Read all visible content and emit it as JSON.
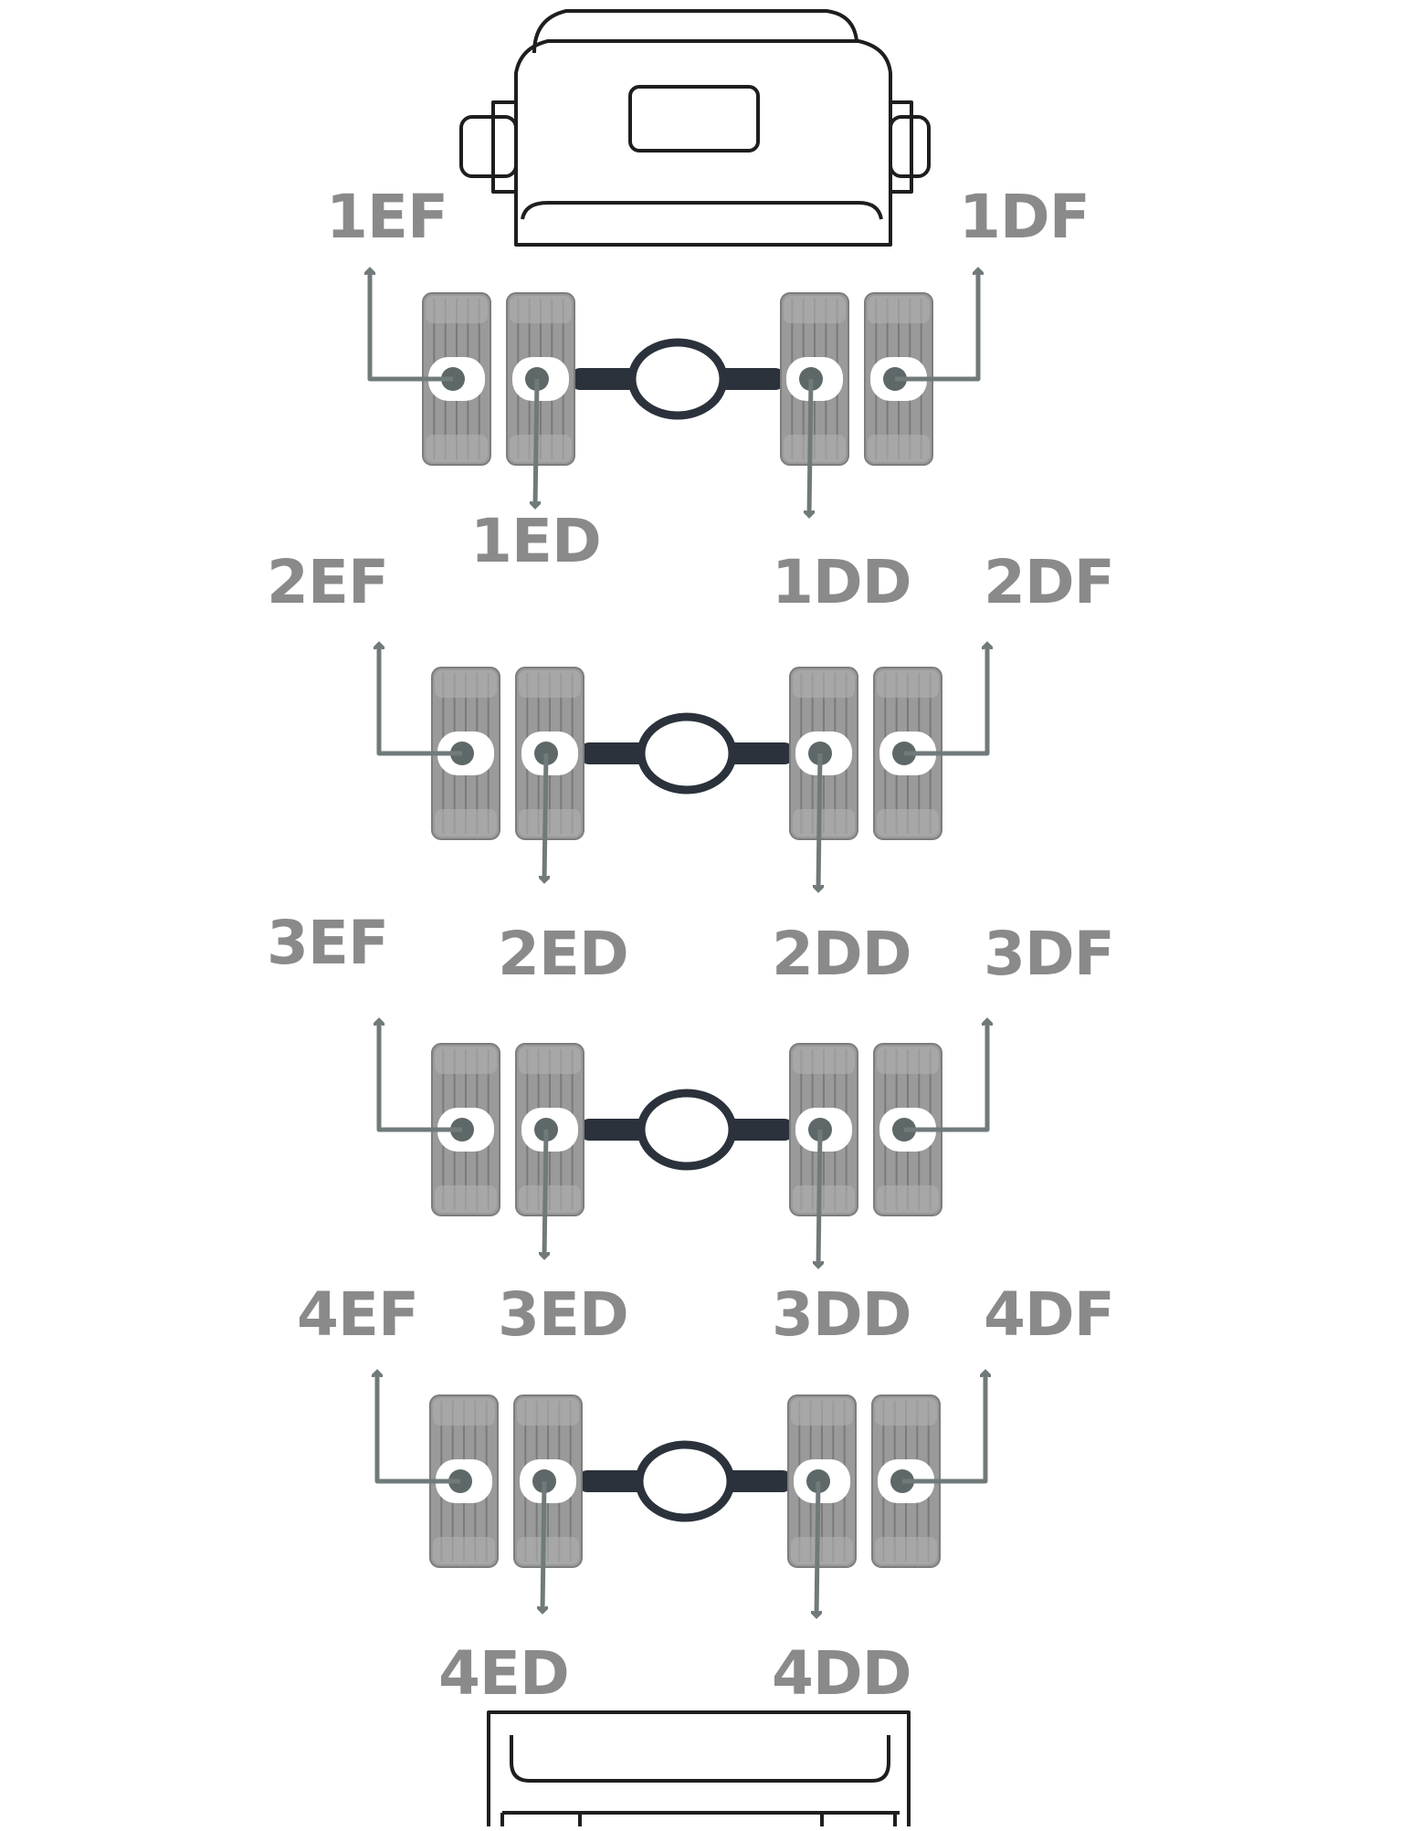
{
  "diagram": {
    "colors": {
      "label": "#8a8a8a",
      "arrow": "#707a7a",
      "tire": "#9a9a9a",
      "axle": "#2b323b",
      "outline": "#1e1e1e"
    },
    "axles": [
      {
        "id": "1",
        "labels": {
          "left_outer": "1EF",
          "left_inner": "1ED",
          "right_inner": "1DD",
          "right_outer": "1DF"
        }
      },
      {
        "id": "2",
        "labels": {
          "left_outer": "2EF",
          "left_inner": "2ED",
          "right_inner": "2DD",
          "right_outer": "2DF"
        }
      },
      {
        "id": "3",
        "labels": {
          "left_outer": "3EF",
          "left_inner": "3ED",
          "right_inner": "3DD",
          "right_outer": "3DF"
        }
      },
      {
        "id": "4",
        "labels": {
          "left_outer": "4EF",
          "left_inner": "4ED",
          "right_inner": "4DD",
          "right_outer": "4DF"
        }
      }
    ]
  }
}
